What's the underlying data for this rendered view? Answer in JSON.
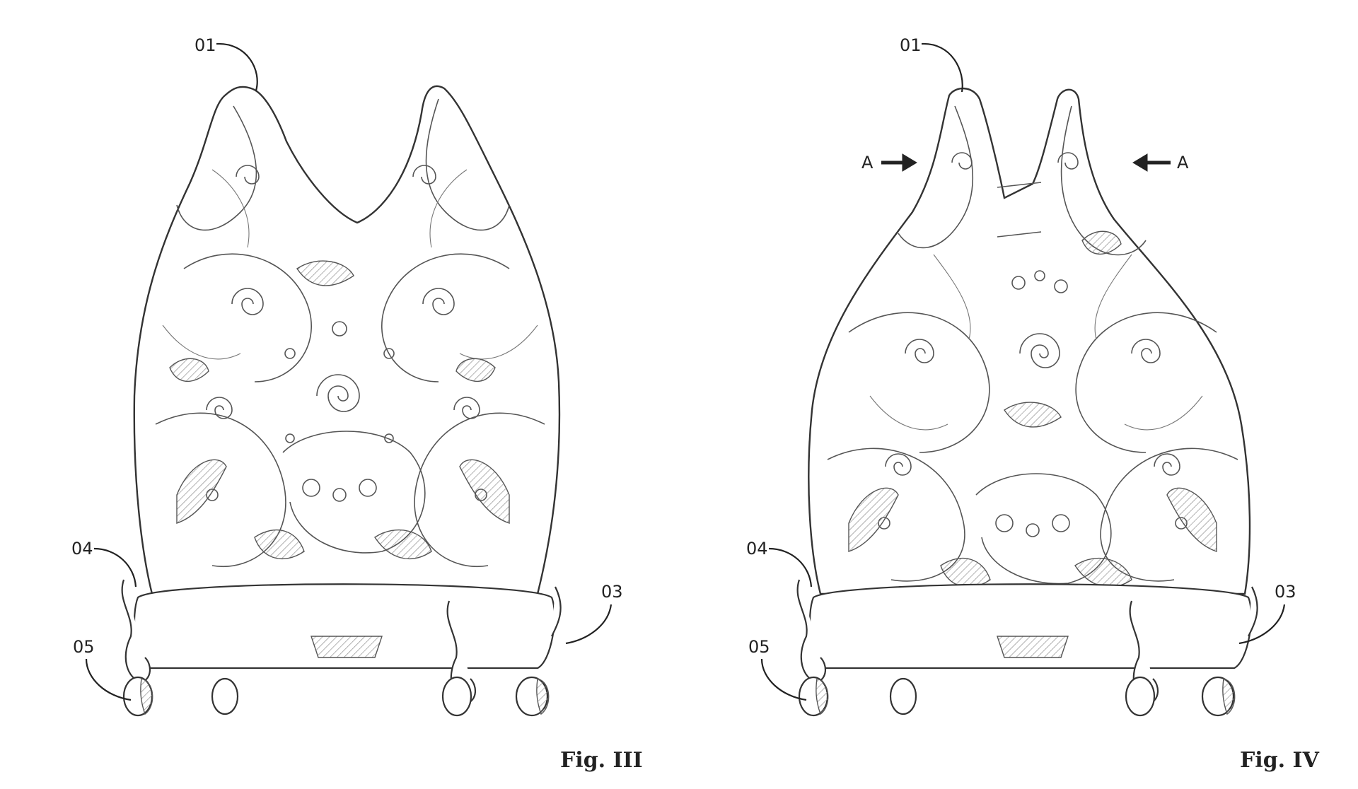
{
  "figures": [
    {
      "label": "Fig. III",
      "callouts": [
        "01",
        "04",
        "05",
        "03"
      ]
    },
    {
      "label": "Fig. IV",
      "callouts": [
        "01",
        "04",
        "05",
        "03"
      ],
      "section_marks": [
        "A",
        "A"
      ]
    }
  ]
}
